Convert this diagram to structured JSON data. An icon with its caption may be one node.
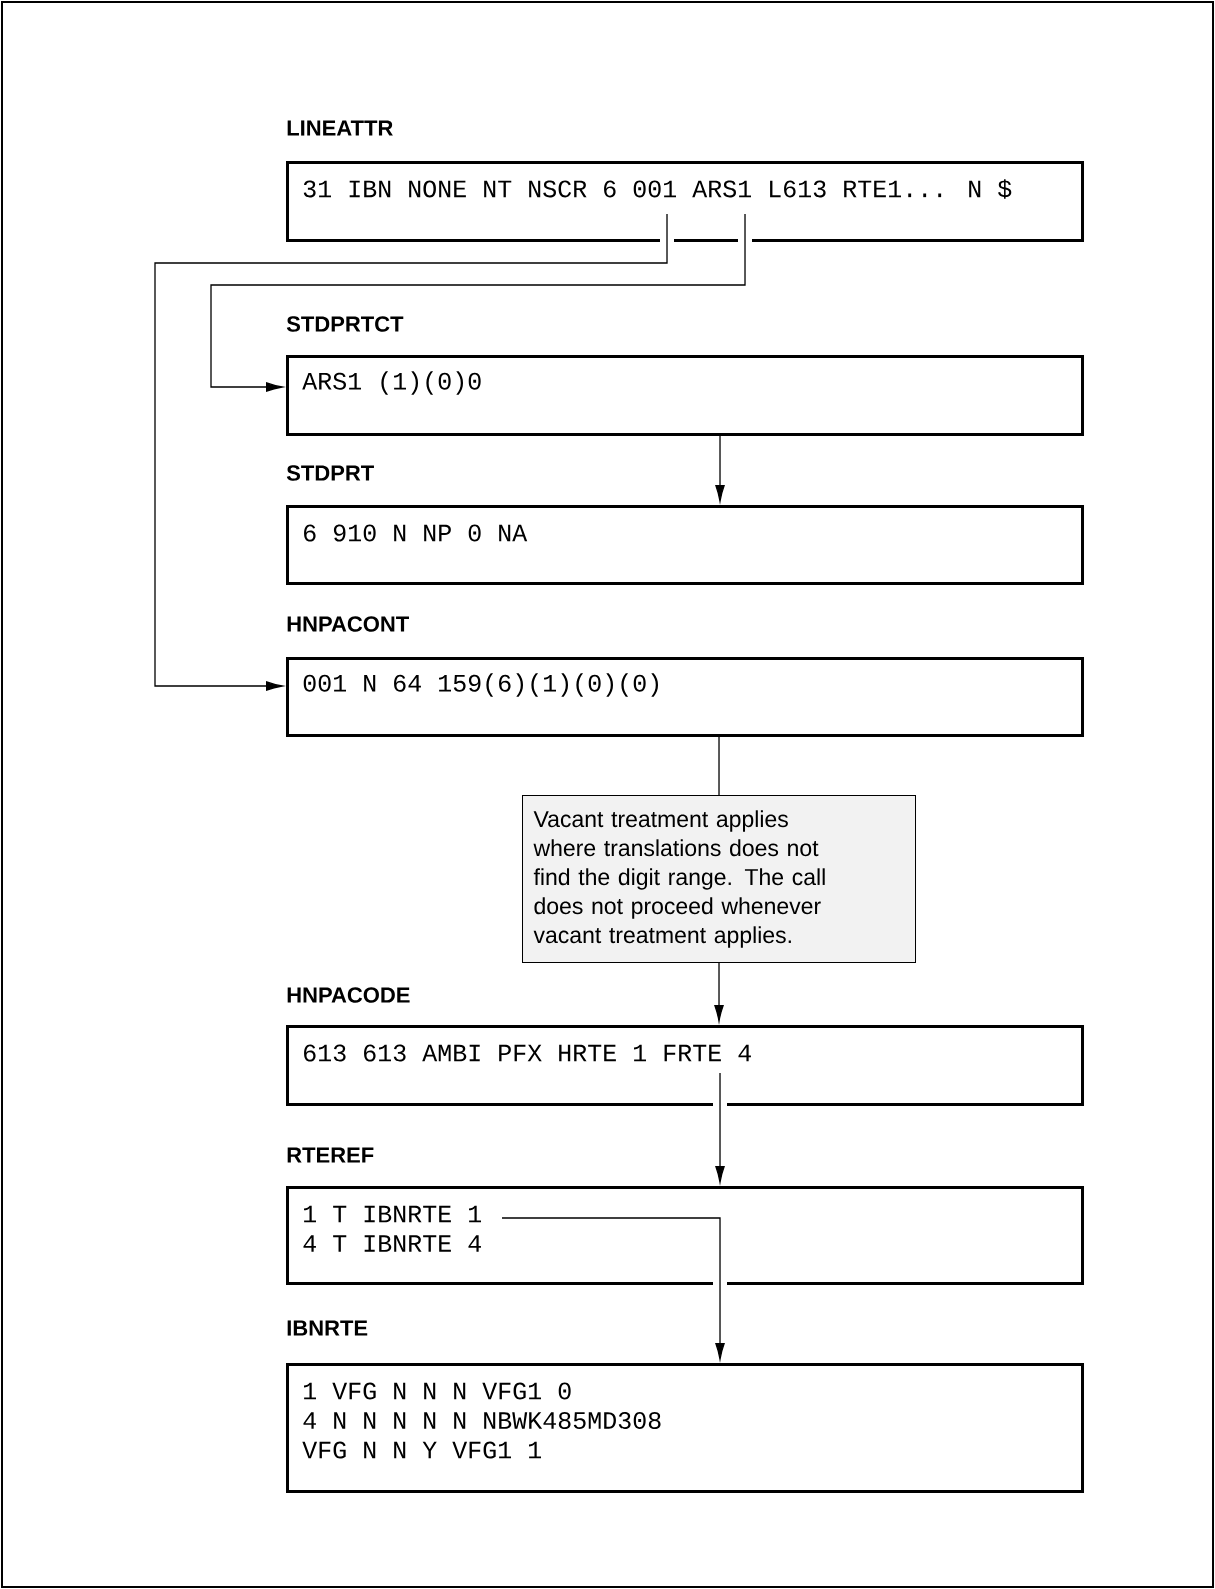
{
  "diagram": {
    "nodes": [
      {
        "text": [
          "LINEATTR",
          "31 IBN NONE NT NSCR 6 001 ARS1 L613 RTE1... N $"
        ]
      },
      {
        "text": [
          "STDPRTCT",
          "ARS1 (1)(0)0"
        ]
      },
      {
        "text": [
          "STDPRT",
          "6 910 N NP 0 NA"
        ]
      },
      {
        "text": [
          "HNPACONT",
          "001 N 64 159(6)(1)(0)(0)"
        ]
      },
      {
        "text": [
          "Vacant treatment applies where translations does not find the digit range. The call does not proceed whenever vacant treatment applies."
        ]
      },
      {
        "text": [
          "HNPACODE",
          "613 613 AMBI PFX HRTE 1 FRTE 4"
        ]
      },
      {
        "text": [
          "RTEREF",
          "1 T IBNRTE 1",
          "4 T IBNRTE 4"
        ]
      },
      {
        "text": [
          "IBNRTE",
          "1 VFG N N N VFG1 0",
          "4 N N N N N NBWK485MD308",
          "VFG N N Y VFG1 1"
        ]
      }
    ],
    "edges": [
      {
        "from": 0,
        "to": 3,
        "arrow": "to"
      },
      {
        "from": 0,
        "to": 1,
        "arrow": "to"
      },
      {
        "from": 1,
        "to": 2,
        "arrow": "to"
      },
      {
        "from": 3,
        "to": 4,
        "arrow": "none"
      },
      {
        "from": 4,
        "to": 5,
        "arrow": "to"
      },
      {
        "from": 5,
        "to": 6,
        "arrow": "to"
      },
      {
        "from": 6,
        "to": 7,
        "arrow": "to"
      }
    ]
  }
}
